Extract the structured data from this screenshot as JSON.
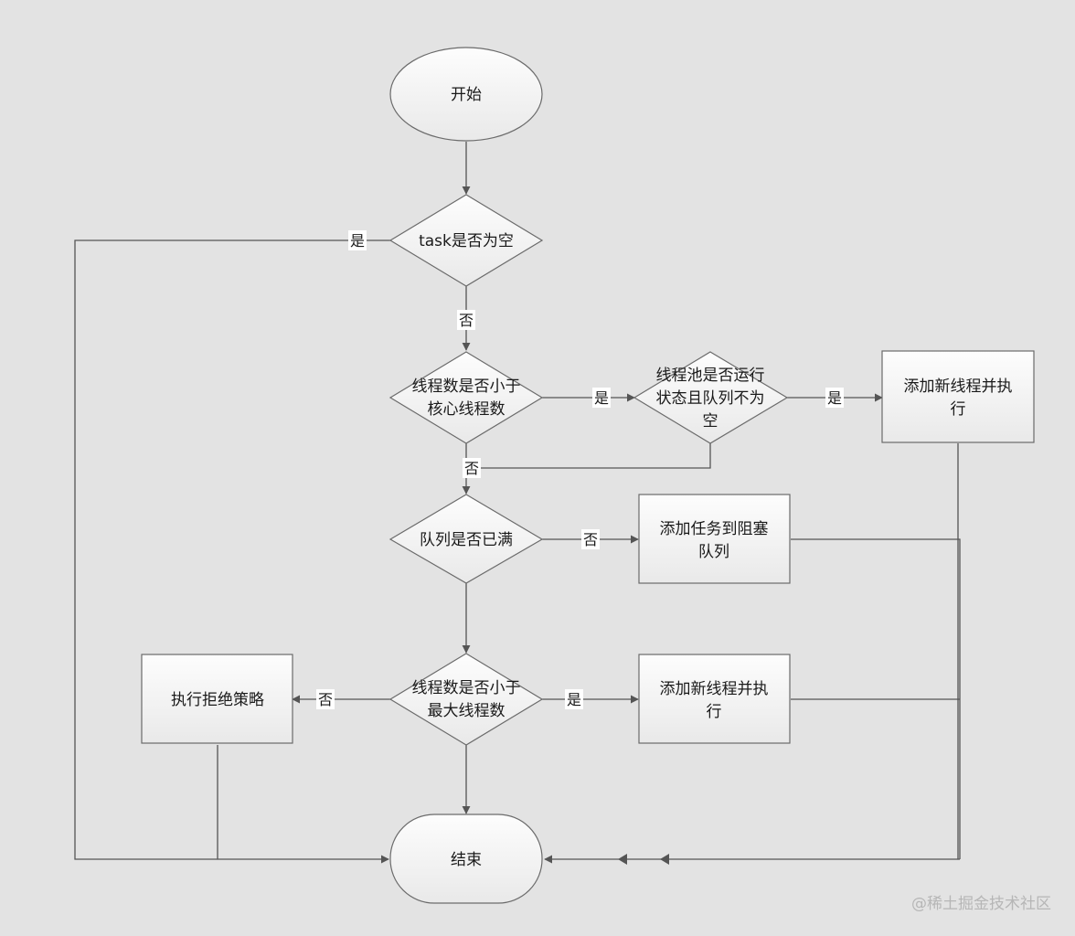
{
  "nodes": {
    "start": "开始",
    "task_empty": "task是否为空",
    "threads_lt_core": [
      "线程数是否小于",
      "核心线程数"
    ],
    "pool_running": [
      "线程池是否运行",
      "状态且队列不为",
      "空"
    ],
    "add_thread_1": [
      "添加新线程并执",
      "行"
    ],
    "queue_full": "队列是否已满",
    "add_to_queue": [
      "添加任务到阻塞",
      "队列"
    ],
    "threads_lt_max": [
      "线程数是否小于",
      "最大线程数"
    ],
    "reject": "执行拒绝策略",
    "add_thread_2": [
      "添加新线程并执",
      "行"
    ],
    "end": "结束"
  },
  "edge_labels": {
    "task_empty_yes": "是",
    "task_empty_no": "否",
    "core_yes": "是",
    "pool_yes": "是",
    "core_no": "否",
    "queue_no": "否",
    "max_no": "否",
    "max_yes": "是"
  },
  "watermark": "@稀土掘金技术社区"
}
